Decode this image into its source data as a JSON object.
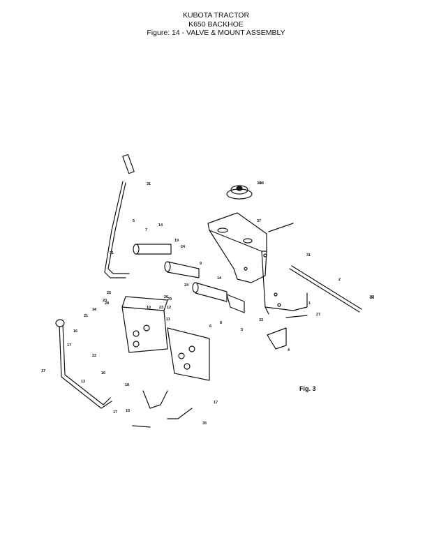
{
  "header": {
    "line1": "KUBOTA TRACTOR",
    "line2": "K650 BACKHOE",
    "line3": "Figure: 14 - VALVE & MOUNT ASSEMBLY"
  },
  "figure": {
    "caption": "Fig. 3",
    "callouts": [
      {
        "id": "c1",
        "label": "1"
      },
      {
        "id": "c2",
        "label": "2"
      },
      {
        "id": "c3",
        "label": "3"
      },
      {
        "id": "c4",
        "label": "4"
      },
      {
        "id": "c5",
        "label": "5"
      },
      {
        "id": "c6",
        "label": "6"
      },
      {
        "id": "c7",
        "label": "7"
      },
      {
        "id": "c8",
        "label": "8"
      },
      {
        "id": "c9",
        "label": "9"
      },
      {
        "id": "c10",
        "label": "10"
      },
      {
        "id": "c11",
        "label": "11"
      },
      {
        "id": "c12",
        "label": "12"
      },
      {
        "id": "c13",
        "label": "13"
      },
      {
        "id": "c14a",
        "label": "14"
      },
      {
        "id": "c14b",
        "label": "14"
      },
      {
        "id": "c15",
        "label": "15"
      },
      {
        "id": "c16a",
        "label": "16"
      },
      {
        "id": "c16b",
        "label": "16"
      },
      {
        "id": "c17a",
        "label": "17"
      },
      {
        "id": "c17b",
        "label": "17"
      },
      {
        "id": "c17c",
        "label": "17"
      },
      {
        "id": "c17d",
        "label": "17"
      },
      {
        "id": "c18",
        "label": "18"
      },
      {
        "id": "c19",
        "label": "19"
      },
      {
        "id": "c20",
        "label": "20"
      },
      {
        "id": "c21a",
        "label": "21"
      },
      {
        "id": "c21b",
        "label": "21"
      },
      {
        "id": "c22",
        "label": "22"
      },
      {
        "id": "c23",
        "label": "23"
      },
      {
        "id": "c24a",
        "label": "24"
      },
      {
        "id": "c24b",
        "label": "24"
      },
      {
        "id": "c25",
        "label": "25"
      },
      {
        "id": "c26",
        "label": "26"
      },
      {
        "id": "c27",
        "label": "27"
      },
      {
        "id": "c28",
        "label": "28"
      },
      {
        "id": "c29",
        "label": "29"
      },
      {
        "id": "c30",
        "label": "30"
      },
      {
        "id": "c31a",
        "label": "31"
      },
      {
        "id": "c31b",
        "label": "31"
      },
      {
        "id": "c31c",
        "label": "31"
      },
      {
        "id": "c32",
        "label": "32"
      },
      {
        "id": "c33",
        "label": "33"
      },
      {
        "id": "c34",
        "label": "34"
      },
      {
        "id": "c35",
        "label": "35"
      },
      {
        "id": "c36",
        "label": "36"
      },
      {
        "id": "c37",
        "label": "37"
      }
    ]
  }
}
